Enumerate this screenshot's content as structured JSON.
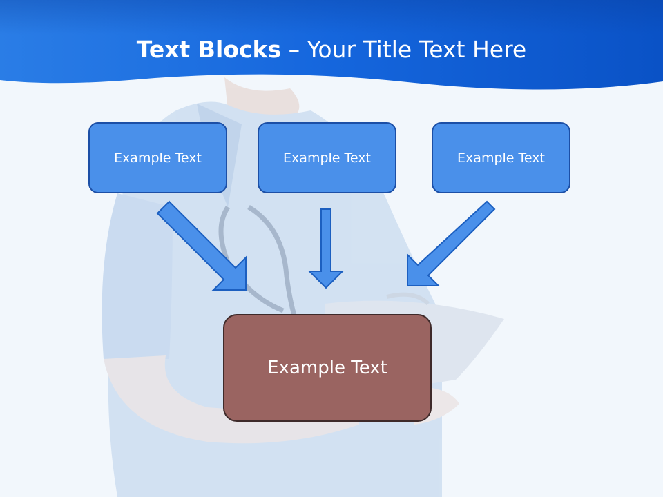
{
  "title": {
    "bold_part": "Text Blocks",
    "separator": " – ",
    "regular_part": "Your Title Text Here"
  },
  "blocks": {
    "left": "Example Text",
    "center": "Example Text",
    "right": "Example Text",
    "target": "Example Text"
  },
  "colors": {
    "header_blue": "#1a6be0",
    "block_blue": "#4a90ea",
    "block_brown": "#9a6461",
    "arrow_blue": "#4a90ea"
  }
}
